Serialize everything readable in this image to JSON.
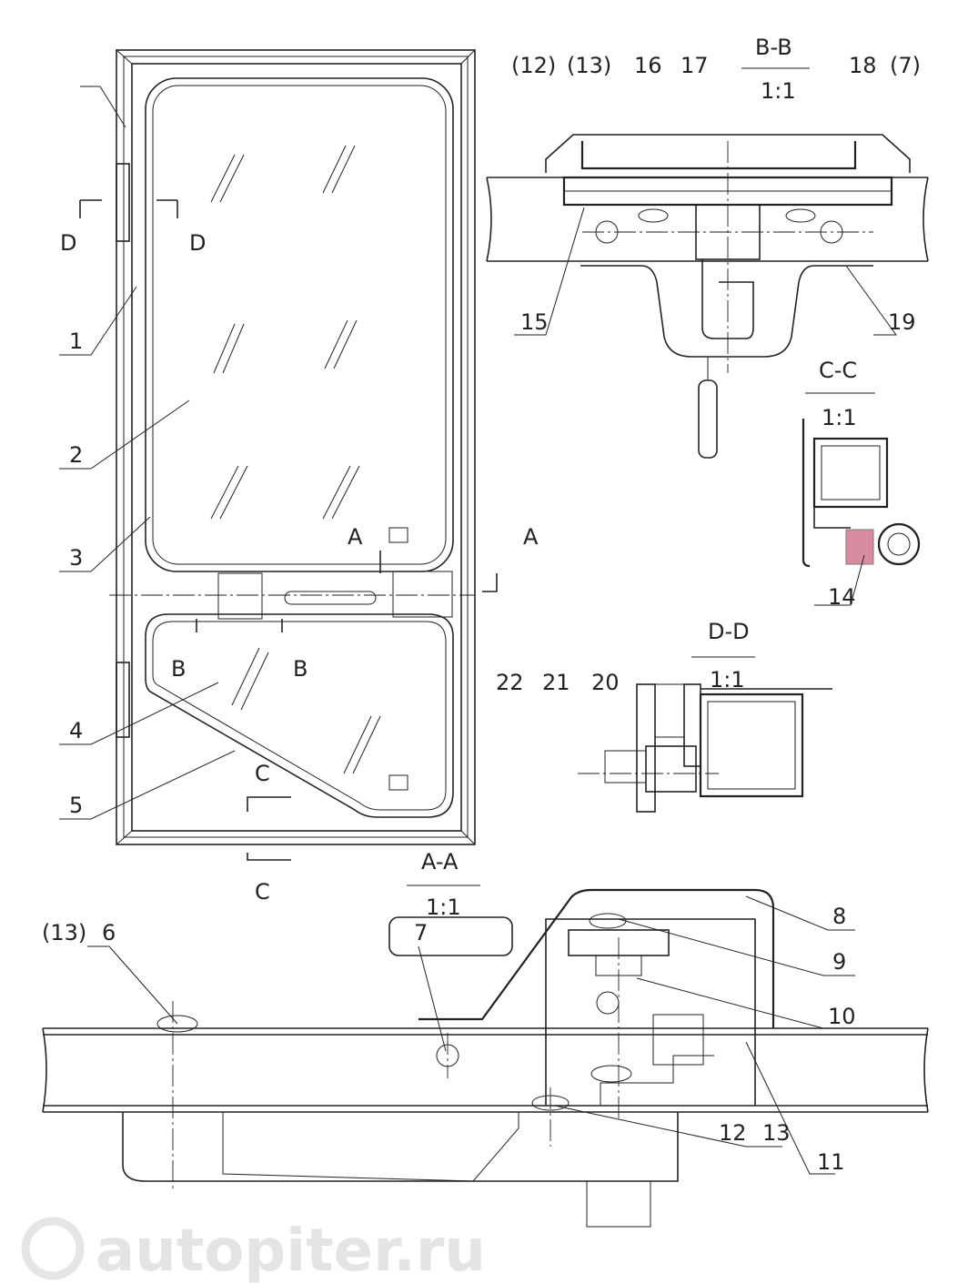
{
  "title": "Door assembly drawing",
  "watermark": "autopiter.ru",
  "sections": {
    "bb": {
      "name": "B-B",
      "scale": "1:1"
    },
    "cc": {
      "name": "C-C",
      "scale": "1:1"
    },
    "dd": {
      "name": "D-D",
      "scale": "1:1"
    },
    "aa": {
      "name": "A-A",
      "scale": "1:1"
    }
  },
  "markers": [
    "D",
    "D",
    "A",
    "A",
    "B",
    "B",
    "C",
    "C"
  ],
  "callouts": [
    "1",
    "2",
    "3",
    "4",
    "5",
    "(12)",
    "(13)",
    "16",
    "17",
    "18",
    "(7)",
    "15",
    "19",
    "14",
    "22",
    "21",
    "20",
    "(13)",
    "6",
    "7",
    "8",
    "9",
    "10",
    "11",
    "12",
    "13"
  ],
  "colors": {
    "line": "#222222",
    "seal": "#c04060"
  }
}
